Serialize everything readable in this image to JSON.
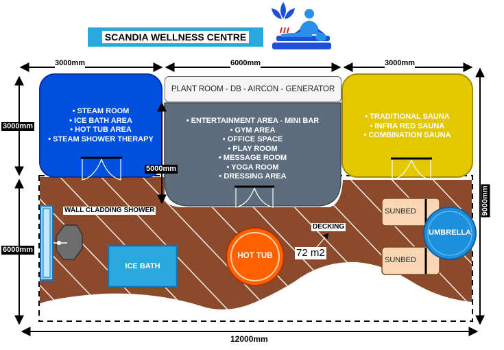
{
  "title": "SCANDIA WELLNESS CENTRE",
  "dimensions": {
    "top_left": "3000mm",
    "top_center": "6000mm",
    "top_right": "3000mm",
    "left_upper": "3000mm",
    "left_lower": "6000mm",
    "inner_center": "5000mm",
    "right_height": "9000mm",
    "bottom_width": "12000mm"
  },
  "left_room": {
    "items": [
      "• STEAM ROOM",
      "• ICE BATH AREA",
      "• HOT TUB AREA",
      "• STEAM SHOWER THERAPY"
    ],
    "color": "#0050e0"
  },
  "center_room": {
    "plant_room": "PLANT ROOM - DB - AIRCON - GENERATOR",
    "items": [
      "• ENTERTAINMENT AREA - MINI BAR",
      "• GYM AREA",
      "• OFFICE SPACE",
      "• PLAY ROOM",
      "• MESSAGE ROOM",
      "• YOGA ROOM",
      "• DRESSING AREA"
    ],
    "color": "#5d6d7e"
  },
  "right_room": {
    "items": [
      "• TRADITIONAL SAUNA",
      "• INFRA RED SAUNA",
      "• COMBINATION SAUNA"
    ],
    "color": "#e3c800"
  },
  "outdoor": {
    "wall_shower": "WALL CLADDING SHOWER",
    "ice_bath": "ICE BATH",
    "hot_tub": "HOT TUB",
    "decking": "DECKING",
    "area": "72 m2",
    "sunbed_1": "SUNBED",
    "sunbed_2": "SUNBED",
    "umbrella": "UMBRELLA",
    "deck_color": "#8b4a2b"
  },
  "icons": [
    "wellness-logo-icon",
    "lotus-icon"
  ]
}
